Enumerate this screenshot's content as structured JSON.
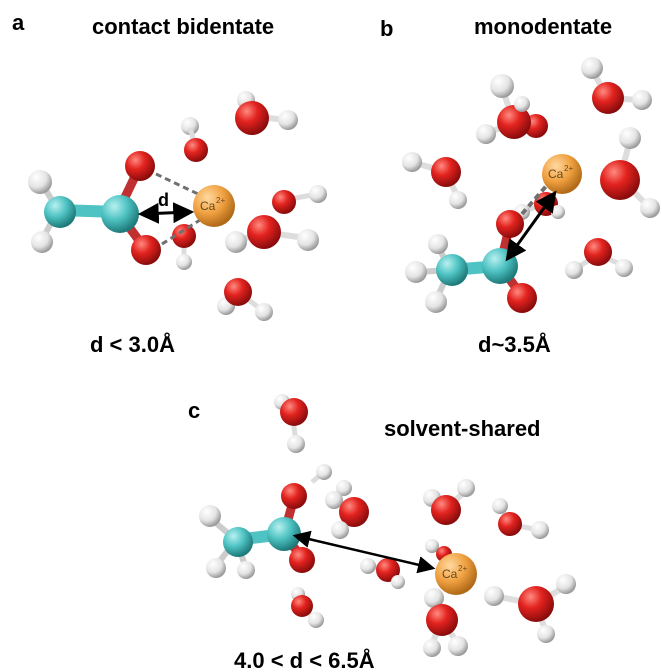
{
  "panels": [
    {
      "letter": "a",
      "title": "contact bidentate",
      "distance": "d < 3.0Å",
      "d_label": "d"
    },
    {
      "letter": "b",
      "title": "monodentate",
      "distance": "d~3.5Å"
    },
    {
      "letter": "c",
      "title": "solvent-shared",
      "distance": "4.0 < d < 6.5Å"
    }
  ],
  "ion": {
    "symbol": "Ca",
    "charge": "2+"
  },
  "colors": {
    "oxygen": "#e3231f",
    "hydrogen": "#f0f0f0",
    "carbon": "#4fc3c3",
    "calcium": "#f0a040",
    "arrow": "#000000",
    "coordination": "#707070"
  }
}
